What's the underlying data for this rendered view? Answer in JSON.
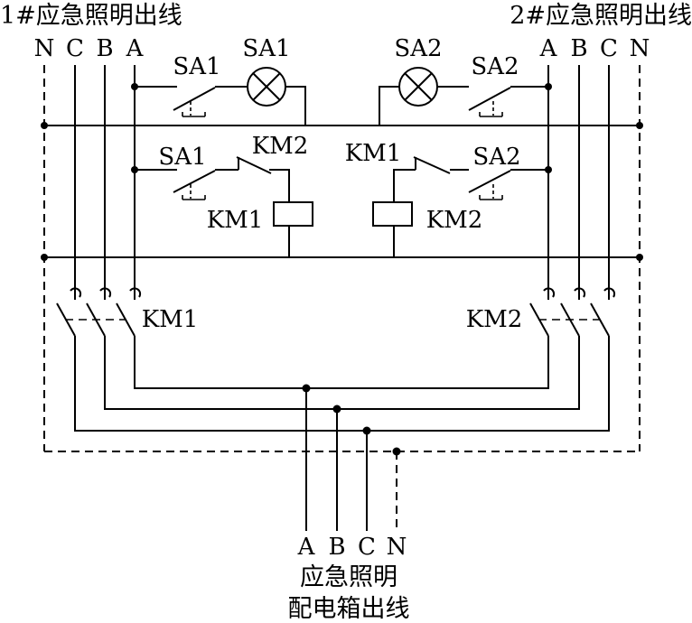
{
  "titles": {
    "left": "1#应急照明出线",
    "right": "2#应急照明出线"
  },
  "phases_left": [
    "N",
    "C",
    "B",
    "A"
  ],
  "phases_right": [
    "A",
    "B",
    "C",
    "N"
  ],
  "phases_bottom": [
    "A",
    "B",
    "C",
    "N"
  ],
  "components": {
    "sa1_top": "SA1",
    "sa1_lamp": "SA1",
    "sa1_mid": "SA1",
    "km2_left_contact": "KM2",
    "km1_coil": "KM1",
    "km1_main": "KM1",
    "sa2_lamp": "SA2",
    "sa2_top": "SA2",
    "km1_right_contact": "KM1",
    "sa2_mid": "SA2",
    "km2_coil": "KM2",
    "km2_main": "KM2"
  },
  "bottom_caption": {
    "line1": "应急照明",
    "line2": "配电箱出线"
  }
}
